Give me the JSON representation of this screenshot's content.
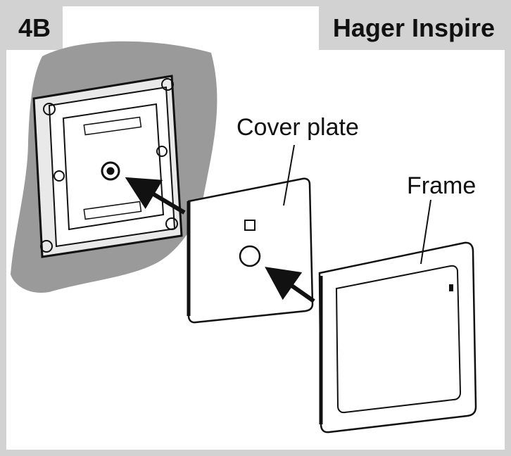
{
  "header": {
    "step": "4B",
    "brand": "Hager Inspire"
  },
  "labels": {
    "cover_plate": "Cover plate",
    "frame": "Frame"
  },
  "colors": {
    "panel_border": "#d2d2d2",
    "wall": "#9a9a9a",
    "line": "#111111"
  }
}
